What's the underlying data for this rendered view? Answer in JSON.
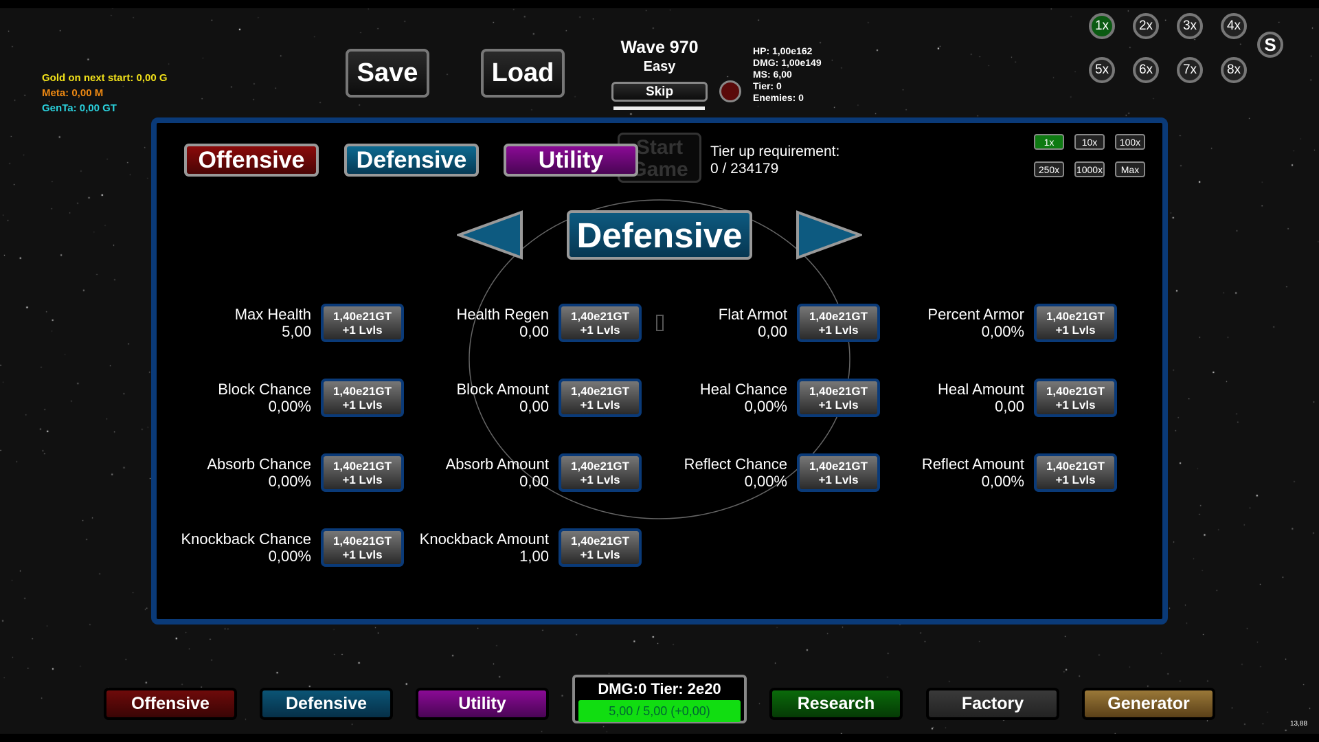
{
  "currencies": {
    "gold": "Gold on next start: 0,00 G",
    "meta": "Meta: 0,00 M",
    "genta": "GenTa: 0,00 GT"
  },
  "colors": {
    "gold": "#f2e21a",
    "meta": "#f08a12",
    "genta": "#2ad0dc",
    "offensive": "#6e0a0a",
    "defensive": "#0b5475",
    "utility": "#7a0a85",
    "research": "#0a5a0a",
    "factory": "#333333",
    "generator": "#8a6a30"
  },
  "toolbar": {
    "save": "Save",
    "load": "Load"
  },
  "wave": {
    "title": "Wave 970",
    "difficulty": "Easy",
    "skip": "Skip",
    "progress": 1.0
  },
  "enemy_stats": [
    "HP: 1,00e162",
    "DMG: 1,00e149",
    "MS: 6,00",
    "Tier: 0",
    "Enemies: 0"
  ],
  "speeds": {
    "items": [
      "1x",
      "2x",
      "3x",
      "4x",
      "5x",
      "6x",
      "7x",
      "8x"
    ],
    "selected": "1x",
    "s_label": "S"
  },
  "tabs": [
    "Offensive",
    "Defensive",
    "Utility"
  ],
  "start_game": "Start Game",
  "tier_up": {
    "label": "Tier up requirement:",
    "value": "0 / 234179"
  },
  "multipliers": {
    "items": [
      "1x",
      "10x",
      "100x",
      "250x",
      "1000x",
      "Max"
    ],
    "selected": "1x"
  },
  "category_title": "Defensive",
  "upgrades": [
    {
      "name": "Max Health",
      "value": "5,00",
      "cost": "1,40e21GT",
      "levels": "+1 Lvls"
    },
    {
      "name": "Health Regen",
      "value": "0,00",
      "cost": "1,40e21GT",
      "levels": "+1 Lvls"
    },
    {
      "name": "Flat Armot",
      "value": "0,00",
      "cost": "1,40e21GT",
      "levels": "+1 Lvls"
    },
    {
      "name": "Percent Armor",
      "value": "0,00%",
      "cost": "1,40e21GT",
      "levels": "+1 Lvls"
    },
    {
      "name": "Block Chance",
      "value": "0,00%",
      "cost": "1,40e21GT",
      "levels": "+1 Lvls"
    },
    {
      "name": "Block Amount",
      "value": "0,00",
      "cost": "1,40e21GT",
      "levels": "+1 Lvls"
    },
    {
      "name": "Heal Chance",
      "value": "0,00%",
      "cost": "1,40e21GT",
      "levels": "+1 Lvls"
    },
    {
      "name": "Heal Amount",
      "value": "0,00",
      "cost": "1,40e21GT",
      "levels": "+1 Lvls"
    },
    {
      "name": "Absorb Chance",
      "value": "0,00%",
      "cost": "1,40e21GT",
      "levels": "+1 Lvls"
    },
    {
      "name": "Absorb Amount",
      "value": "0,00",
      "cost": "1,40e21GT",
      "levels": "+1 Lvls"
    },
    {
      "name": "Reflect Chance",
      "value": "0,00%",
      "cost": "1,40e21GT",
      "levels": "+1 Lvls"
    },
    {
      "name": "Reflect Amount",
      "value": "0,00%",
      "cost": "1,40e21GT",
      "levels": "+1 Lvls"
    },
    {
      "name": "Knockback Chance",
      "value": "0,00%",
      "cost": "1,40e21GT",
      "levels": "+1 Lvls"
    },
    {
      "name": "Knockback Amount",
      "value": "1,00",
      "cost": "1,40e21GT",
      "levels": "+1 Lvls"
    }
  ],
  "bottom_nav": [
    "Offensive",
    "Defensive",
    "Utility",
    "Research",
    "Factory",
    "Generator"
  ],
  "player": {
    "summary": "DMG:0 Tier: 2e20",
    "health": "5,00 / 5,00 (+0,00)",
    "health_fraction": 1.0
  },
  "fps": "13,88"
}
